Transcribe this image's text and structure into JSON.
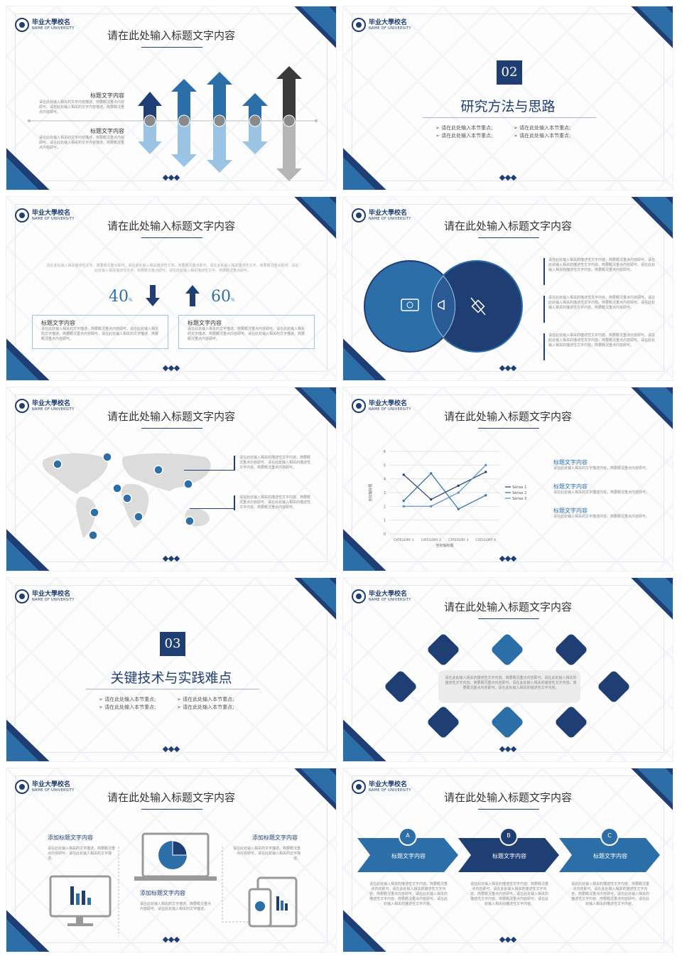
{
  "common": {
    "logo_cn": "毕业大學校名",
    "logo_en": "NAME OF UNIVERSITY",
    "title": "请在此处输入标题文字内容"
  },
  "colors": {
    "dark": "#1f3e73",
    "mid": "#2b6ea8",
    "light": "#9ac3e4",
    "gray": "#c8c8c8"
  },
  "s1": {
    "label1": "标题文字内容",
    "label2": "标题文字内容",
    "text1": "请在此处输入相关的文字内容描述。简要概况重点内容即可。请在此处输入相关的文字内容描述。简要概况重点内容即可。",
    "text2": "请在此处输入相关的文字内容描述。简要概况重点内容即可。请在此处输入相关的文字内容描述。简要概况重点内容即可。"
  },
  "s2": {
    "num": "02",
    "heading": "研究方法与思路",
    "bullets": [
      "请在此处输入本节重点;",
      "请在此处输入本节重点;",
      "请在此处输入本节重点;",
      "请在此处输入本节重点;"
    ]
  },
  "s3": {
    "intro": "请在此处输入相关描述性文字。简要概况重点即可。请在此处输入相关描述性文字。简要概况重点即可。请在此处输入相关描述性文字。简要概况重点即可。请在此处输入相关描述性文字。简要概况重点即可。请在此处输入相关描述性文字。简要概况重点即可。",
    "n1": "40",
    "n2": "60",
    "unit": "%",
    "box1t": "标题文字内容",
    "box2t": "标题文字内容",
    "box1": "请在此处输入相关的文字描述。简要概况重点内容即可。请在此处输入相关的文字描述。简要概况重点内容即可。请在此处输入相关的文字描述，简要概况重点内容即可。",
    "box2": "请在此处输入相关的文字描述。简要概况重点内容即可。请在此处输入相关的文字描述。简要概况重点内容即可。请在此处输入相关的文字描述。简要概况重点内容即可。"
  },
  "s4": {
    "items": [
      "请在此处输入相关的描述性文字内容。简要概况重点内容即可。请在此处输入相关的描述性文字内容。简要概况重点内容即可。请在此处输入相关的描述性文字内容。简要概况重点内容即可。",
      "请在此处输入相关的描述性文字内容。简要概况重点内容即可。请在此处输入相关的描述性文字内容。简要概况重点内容即可。请在此处输入相关的描述性文字内容。简要概况重点内容即可。",
      "请在此处输入相关的描述性文字内容。简要概况重点内容即可。请在此处输入相关的描述性文字内容。简要概况重点内容即可。请在此处输入相关的描述性文字内容。简要概况重点内容即可。"
    ]
  },
  "s5": {
    "t1": "请在此处输入相关的描述性文字内容。简要概况重点内容即可。请在此处输入相关的描述性文字内容。简要概况重点内容即可。",
    "t2": "请在此处输入相关的描述性文字内容。简要概况重点内容即可。请在此处输入相关的描述性文字内容。简要概况重点内容即可。"
  },
  "s6": {
    "items": [
      {
        "t": "标题文字内容",
        "d": "请在此处输入相关的文字描述内容。简要概况重点内容即可。"
      },
      {
        "t": "标题文字内容",
        "d": "请在此处输入相关的文字描述内容。简要概况重点内容即可。"
      },
      {
        "t": "标题文字内容",
        "d": "请在此处输入相关的文字描述内容。简要概况重点内容即可。"
      }
    ]
  },
  "chart_data": {
    "type": "line",
    "categories": [
      "CATEGORY 1",
      "CATEGORY 2",
      "CATEGORY 3",
      "CATEGORY 4"
    ],
    "series": [
      {
        "name": "Series 1",
        "values": [
          4.3,
          2.5,
          3.5,
          4.5
        ]
      },
      {
        "name": "Series 2",
        "values": [
          2.4,
          4.4,
          1.8,
          2.8
        ]
      },
      {
        "name": "Series 3",
        "values": [
          2,
          2,
          3,
          5
        ]
      }
    ],
    "xlabel": "坐标轴标题",
    "ylabel": "坐标轴标题",
    "ylim": [
      0,
      6
    ],
    "yticks": [
      "0",
      "1",
      "2",
      "3",
      "4",
      "5",
      "6"
    ]
  },
  "s7": {
    "num": "03",
    "heading": "关键技术与实践难点",
    "bullets": [
      "请在此处输入本节重点;",
      "请在此处输入本节重点;",
      "请在此处输入本节重点;",
      "请在此处输入本节重点;"
    ]
  },
  "s8": {
    "center": "请在此处输入相关的描述性文字内容。简要概况重点内容即可。请在此处输入相关的描述性文字内容。简要概况重点内容即可。请在此处输入相关的描述性文字内容。简要概况重点内容即可。请在此处输入相关的描述性文字内容。"
  },
  "s9": {
    "h1": "添加标题文字内容",
    "h2": "添加标题文字内容",
    "h3": "添加标题文字内容",
    "t1": "请在此处输入相关的文字描述。简要概况重点内容即可。请在此处输入相关的文字描述。",
    "t2": "请在此处输入相关的文字描述。简要概况重点内容即可。请在此处输入相关的文字描述。",
    "t3": "请在此处输入相关的文字描述。简要概况重点内容即可。请在此处输入相关的文字描述。"
  },
  "s10": {
    "steps": [
      {
        "k": "A",
        "t": "标题文字内容"
      },
      {
        "k": "B",
        "t": "标题文字内容"
      },
      {
        "k": "C",
        "t": "标题文字内容"
      }
    ],
    "desc": "请在此处输入相关的描述性文字内容。简要概况重点内容即可。请在此处输入相关的描述性文字内容。简要概况重点内容即可。请在此处输入相关的描述性文字内容。简要概况重点内容即可。请在此处输入相关的描述性文字内容。"
  }
}
